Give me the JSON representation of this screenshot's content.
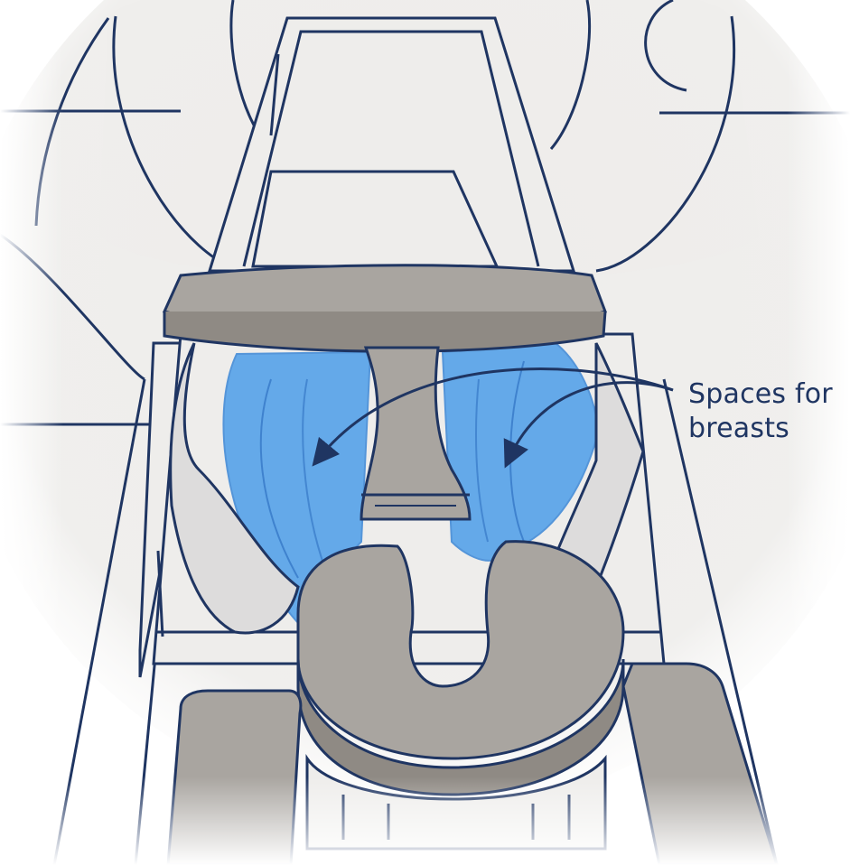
{
  "figure": {
    "subject": "MRI table with breast coil openings, face cradle and padding",
    "callout_label": {
      "line1": "Spaces for",
      "line2": "breasts"
    },
    "colors": {
      "outline": "#1f3562",
      "machine_fill": "#eeedeb",
      "pad_gray": "#a9a5a0",
      "pad_gray_dark": "#8f8a84",
      "breast_space_blue": "#4d9ee9",
      "soft_pad": "#dddcdc",
      "background": "#ffffff"
    },
    "icons": [
      "arrow-left-icon",
      "arrow-right-icon"
    ]
  }
}
